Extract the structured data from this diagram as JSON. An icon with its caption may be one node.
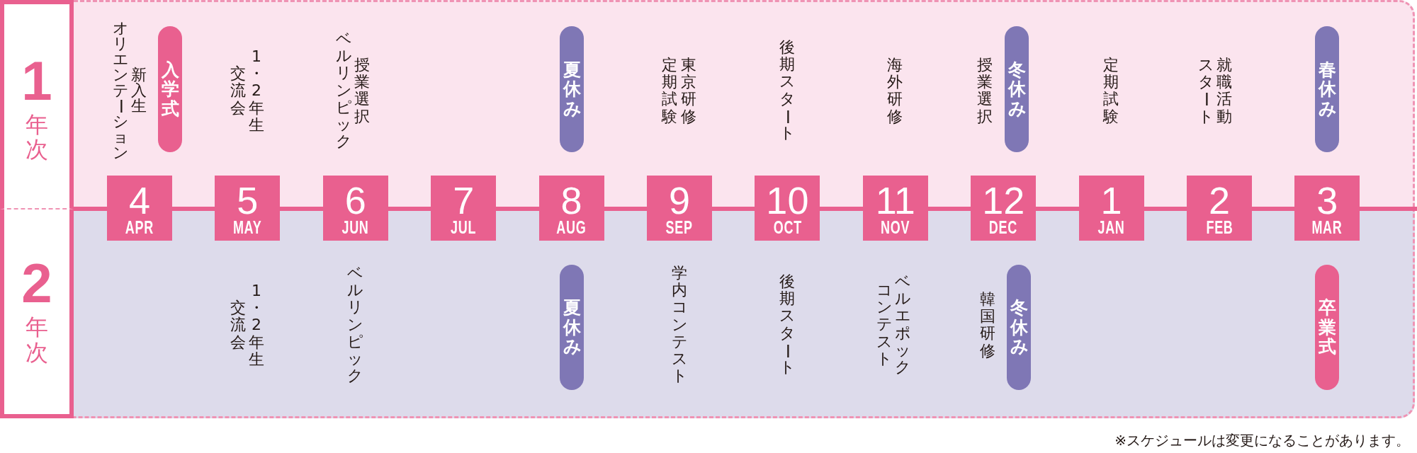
{
  "diagram": {
    "nodes": [
      {
        "text": [
          "1",
          "年次"
        ]
      },
      {
        "text": [
          "新入生オリエンテーション",
          "1・2年生交流会",
          "授業選択",
          "ベルリンピック",
          "東京研修",
          "定期試験",
          "後期スタート",
          "海外研修",
          "授業選択",
          "定期試験",
          "就職活動スタート"
        ]
      },
      {
        "text": [
          "入学式"
        ],
        "in": 1
      },
      {
        "text": [
          "夏休み"
        ],
        "in": 1
      },
      {
        "text": [
          "冬休み"
        ],
        "in": 1
      },
      {
        "text": [
          "春休み"
        ],
        "in": 1
      },
      {
        "text": [
          "4",
          "APR"
        ]
      },
      {
        "text": [
          "5",
          "MAY"
        ]
      },
      {
        "text": [
          "6",
          "JUN"
        ]
      },
      {
        "text": [
          "7",
          "JUL"
        ]
      },
      {
        "text": [
          "8",
          "AUG"
        ]
      },
      {
        "text": [
          "9",
          "SEP"
        ]
      },
      {
        "text": [
          "10",
          "OCT"
        ]
      },
      {
        "text": [
          "11",
          "NOV"
        ]
      },
      {
        "text": [
          "12",
          "DEC"
        ]
      },
      {
        "text": [
          "1",
          "JAN"
        ]
      },
      {
        "text": [
          "2",
          "FEB"
        ]
      },
      {
        "text": [
          "3",
          "MAR"
        ]
      },
      {
        "text": [
          "2",
          "年次"
        ]
      },
      {
        "text": [
          "1・2年生交流会",
          "ベルリンピック",
          "学内コンテスト",
          "後期スタート",
          "ベルエポックコンテスト",
          "韓国研修"
        ]
      },
      {
        "text": [
          "夏休み"
        ],
        "in": 19
      },
      {
        "text": [
          "冬休み"
        ],
        "in": 19
      },
      {
        "text": [
          "卒業式"
        ],
        "in": 19
      }
    ],
    "labels": [
      "※スケジュールは変更になることがあります。"
    ]
  }
}
